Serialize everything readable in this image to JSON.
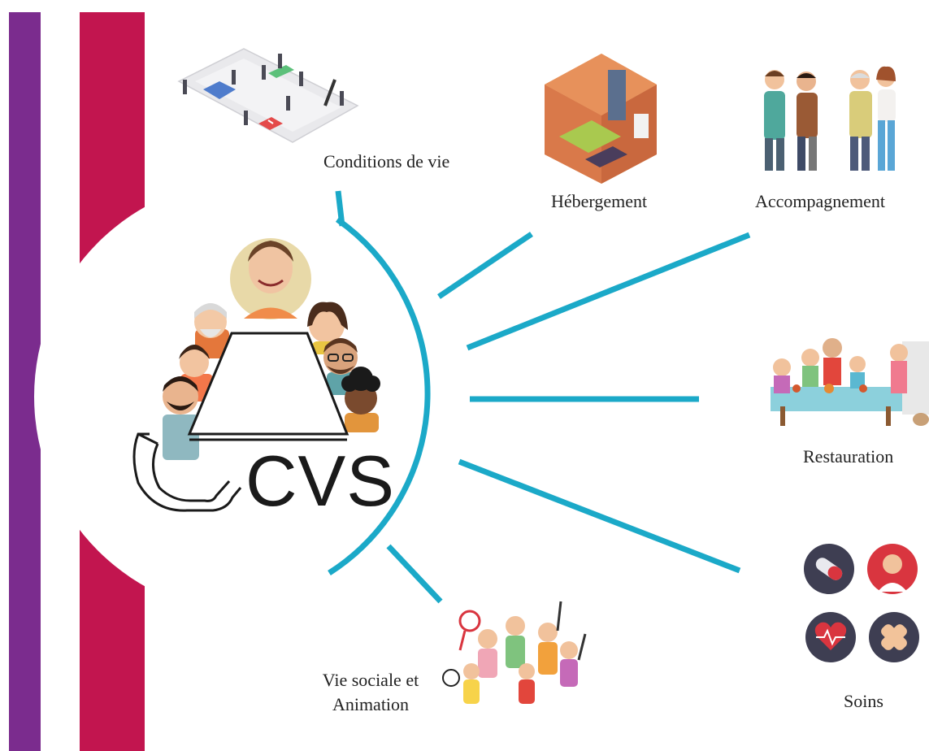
{
  "hub": {
    "title": "CVS"
  },
  "branches": {
    "conditions": {
      "label": "Conditions de vie",
      "icon": "city-planning-illustration"
    },
    "hebergement": {
      "label": "Hébergement",
      "icon": "bedroom-illustration"
    },
    "accompagnement": {
      "label": "Accompagnement",
      "icon": "caregivers-illustration"
    },
    "restauration": {
      "label": "Restauration",
      "icon": "family-dining-illustration"
    },
    "soins": {
      "label": "Soins",
      "icon": "medical-care-icons"
    },
    "vie_sociale": {
      "line1": "Vie sociale et",
      "line2": "Animation",
      "icon": "sports-group-illustration"
    }
  },
  "colors": {
    "purple": "#7b2c8e",
    "crimson": "#c2154f",
    "connector": "#1ba9c8",
    "icon_circle": "#3e3e52",
    "icon_red": "#d9353f"
  }
}
